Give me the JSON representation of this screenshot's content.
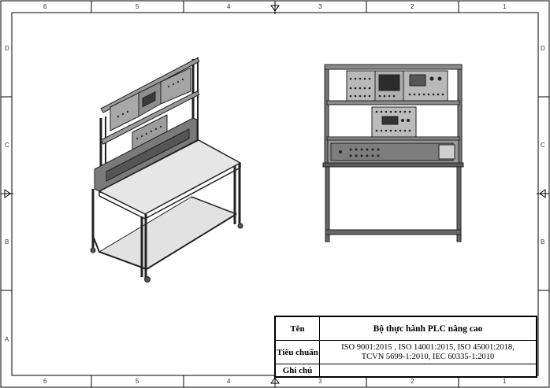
{
  "zones": {
    "columns": [
      "6",
      "5",
      "4",
      "3",
      "2",
      "1"
    ],
    "rows": [
      "D",
      "C",
      "B",
      "A"
    ]
  },
  "title_block": {
    "name_label": "Tên",
    "name_value": "Bộ thực hành PLC nâng cao",
    "standard_label": "Tiêu chuẩn",
    "standard_line1": "ISO 9001:2015 , ISO 14001:2015, ISO 45001:2018,",
    "standard_line2": "TCVN 5699-1:2010, IEC 60335-1:2010",
    "note_label": "Ghi chú",
    "note_value": ""
  }
}
